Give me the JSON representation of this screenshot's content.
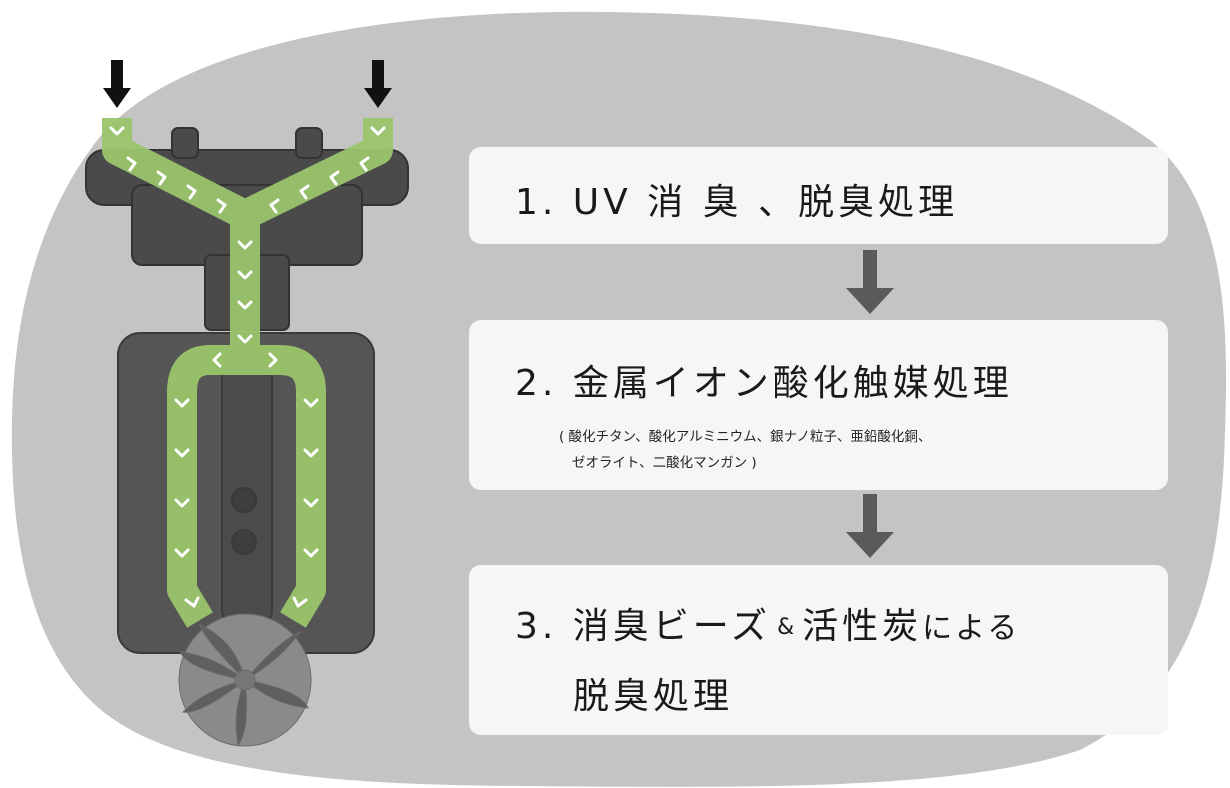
{
  "steps": [
    {
      "title": "1. UV 消 臭 、脱臭処理"
    },
    {
      "title": "2. 金属イオン酸化触媒処理",
      "note_line1": "( 酸化チタン、酸化アルミニウム、銀ナノ粒子、亜鉛酸化銅、",
      "note_line2": "   ゼオライト、二酸化マンガン )"
    },
    {
      "title_part1": "3. 消臭ビーズ",
      "title_amp": "&",
      "title_part2": "活性炭",
      "title_suffix": "による",
      "title_line2": "脱臭処理"
    }
  ],
  "colors": {
    "background_blob": "#c4c4c4",
    "card": "#f6f6f6",
    "airflow_green": "#9bc56c",
    "flow_arrow": "#5a5a5a",
    "intake_arrow": "#111111"
  }
}
